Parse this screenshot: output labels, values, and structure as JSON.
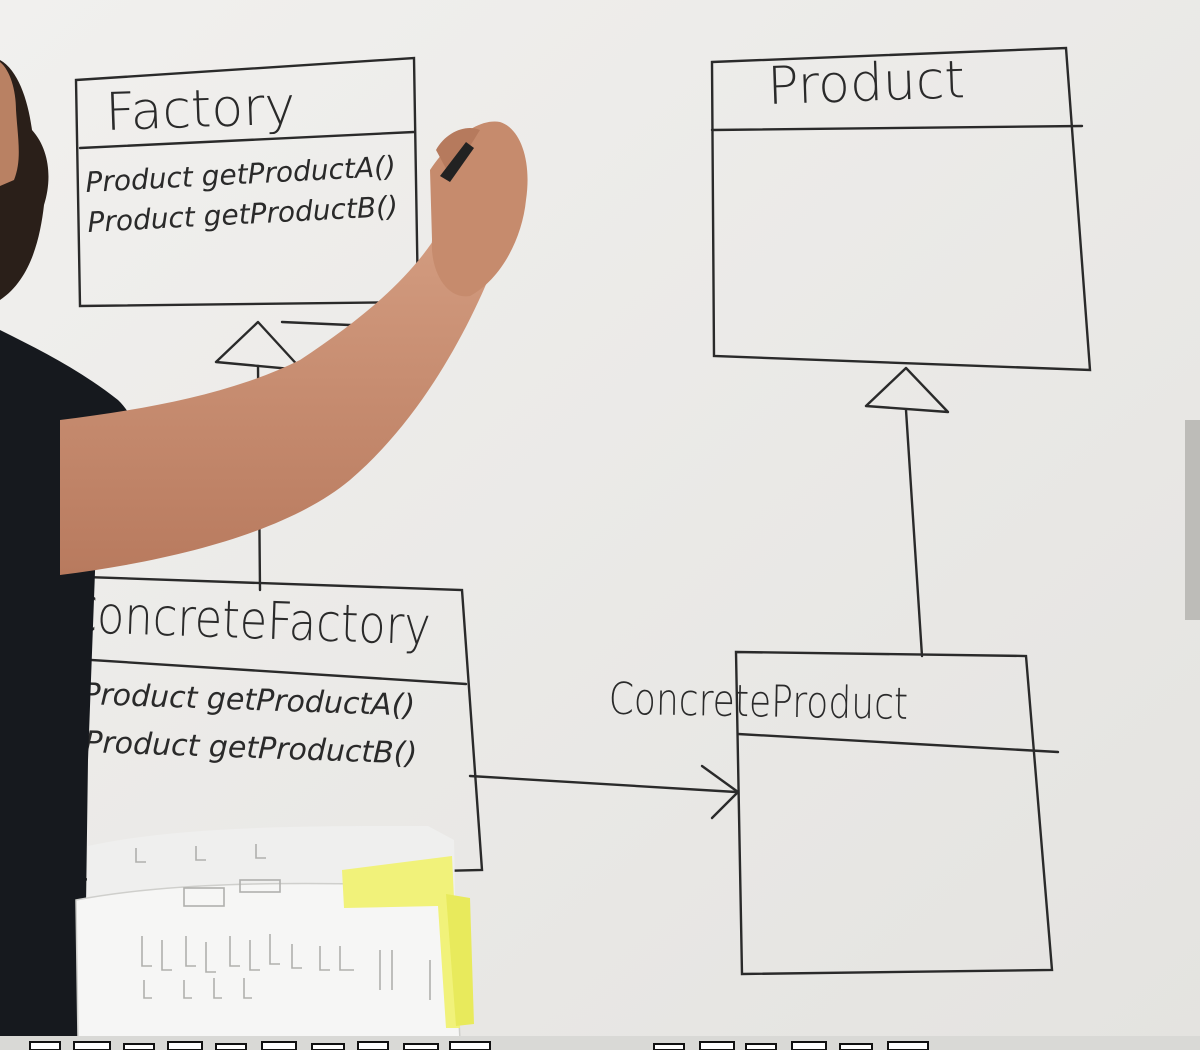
{
  "diagram": {
    "factory": {
      "title": "Factory",
      "methods": [
        "Product getProductA()",
        "Product getProductB()"
      ]
    },
    "concrete_factory": {
      "title": "ConcreteFactory",
      "methods": [
        "Product getProductA()",
        "Product getProductB()"
      ]
    },
    "product": {
      "title": "Product"
    },
    "concrete_product": {
      "title": "ConcreteProduct"
    }
  },
  "colors": {
    "whiteboard": "#ecebe8",
    "marker": "#2a2a2a",
    "shirt": "#16191e",
    "skin": "#c98f72",
    "sticky_note": "#f1f27a"
  },
  "subtitle": {
    "text": ""
  }
}
